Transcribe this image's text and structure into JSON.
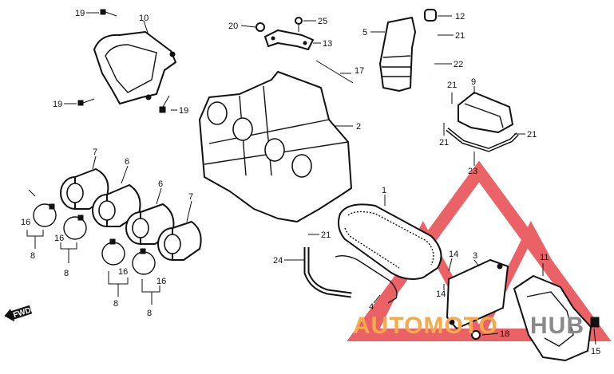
{
  "callouts": {
    "c1": "1",
    "c2": "2",
    "c3": "3",
    "c4": "4",
    "c5": "5",
    "c6a": "6",
    "c6b": "6",
    "c7a": "7",
    "c7b": "7",
    "c8a": "8",
    "c8b": "8",
    "c8c": "8",
    "c8d": "8",
    "c9": "9",
    "c10": "10",
    "c11": "11",
    "c12": "12",
    "c13": "13",
    "c14a": "14",
    "c14b": "14",
    "c15": "15",
    "c16a": "16",
    "c16b": "16",
    "c16c": "16",
    "c16d": "16",
    "c17": "17",
    "c18": "18",
    "c19a": "19",
    "c19b": "19",
    "c19c": "19",
    "c20": "20",
    "c21a": "21",
    "c21b": "21",
    "c21c": "21",
    "c21d": "21",
    "c21e": "21",
    "c22": "22",
    "c23": "23",
    "c24": "24",
    "c25": "25"
  },
  "direction_marker": "FWD",
  "watermark": {
    "text_orange": "AUTOMOTO",
    "text_gray": "HUB",
    "colors": {
      "orange": "#f5a94a",
      "gray": "#8a8a8a",
      "red": "#e8474c"
    }
  }
}
